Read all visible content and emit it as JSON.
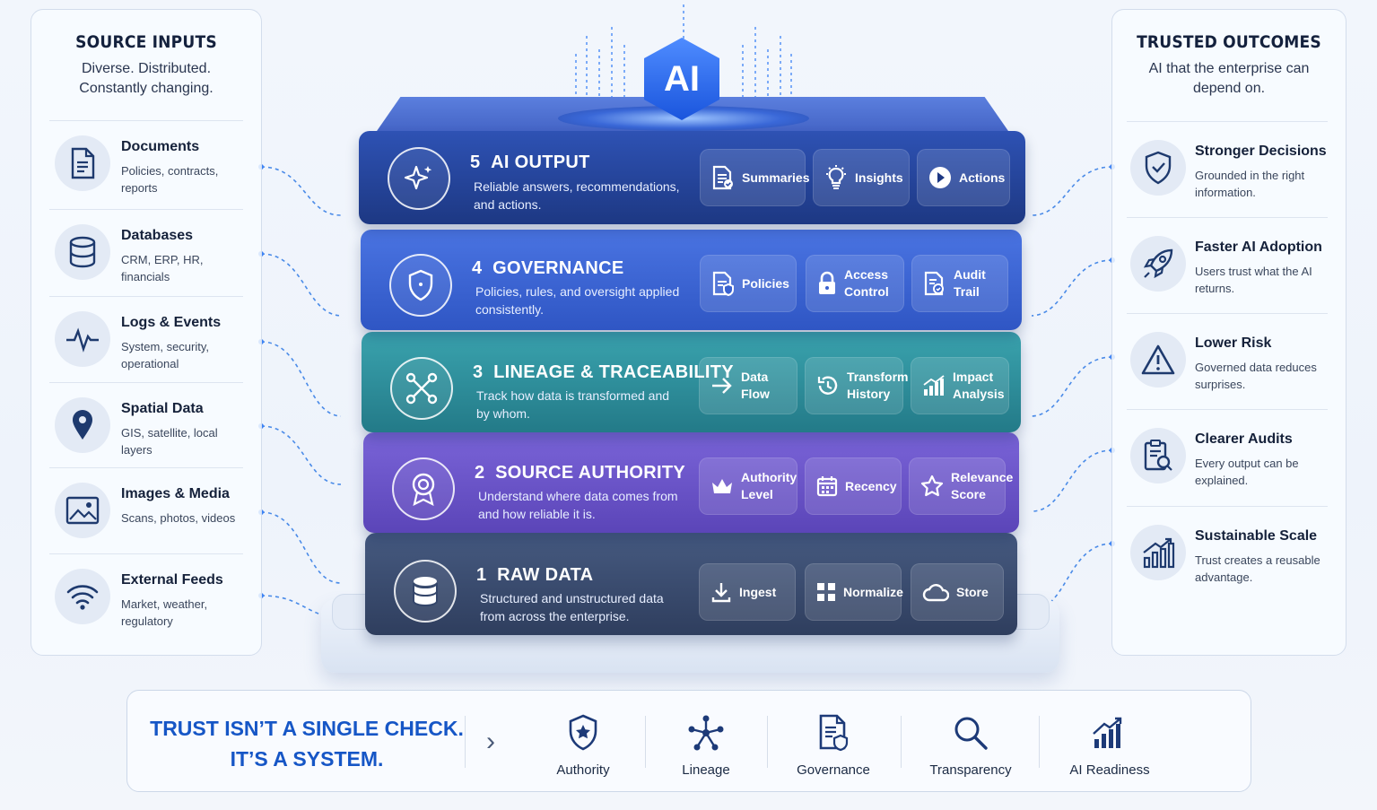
{
  "inputs": {
    "title": "SOURCE INPUTS",
    "subtitle": "Diverse. Distributed. Constantly changing.",
    "items": [
      {
        "title": "Documents",
        "desc": "Policies, contracts, reports",
        "icon": "document-icon"
      },
      {
        "title": "Databases",
        "desc": "CRM, ERP, HR, financials",
        "icon": "database-icon"
      },
      {
        "title": "Logs & Events",
        "desc": "System, security, operational",
        "icon": "pulse-icon"
      },
      {
        "title": "Spatial Data",
        "desc": "GIS, satellite, local layers",
        "icon": "map-pin-icon"
      },
      {
        "title": "Images & Media",
        "desc": "Scans, photos, videos",
        "icon": "image-icon"
      },
      {
        "title": "External Feeds",
        "desc": "Market, weather, regulatory",
        "icon": "wifi-icon"
      }
    ]
  },
  "outcomes": {
    "title": "TRUSTED OUTCOMES",
    "subtitle": "AI that the enterprise can depend on.",
    "items": [
      {
        "title": "Stronger Decisions",
        "desc": "Grounded in the right information.",
        "icon": "shield-check-icon"
      },
      {
        "title": "Faster AI Adoption",
        "desc": "Users trust what the AI returns.",
        "icon": "rocket-icon"
      },
      {
        "title": "Lower Risk",
        "desc": "Governed data reduces surprises.",
        "icon": "warning-icon"
      },
      {
        "title": "Clearer Audits",
        "desc": "Every output can be explained.",
        "icon": "clipboard-search-icon"
      },
      {
        "title": "Sustainable Scale",
        "desc": "Trust creates a reusable advantage.",
        "icon": "growth-chart-icon"
      }
    ]
  },
  "ai_badge": "AI",
  "layers": [
    {
      "num": "5",
      "title": "AI OUTPUT",
      "desc": "Reliable answers, recommendations, and actions.",
      "icon": "sparkle-icon",
      "chips": [
        {
          "label": "Summaries",
          "icon": "summary-doc-icon"
        },
        {
          "label": "Insights",
          "icon": "lightbulb-icon"
        },
        {
          "label": "Actions",
          "icon": "play-icon"
        }
      ]
    },
    {
      "num": "4",
      "title": "GOVERNANCE",
      "desc": "Policies, rules, and oversight applied consistently.",
      "icon": "shield-icon",
      "chips": [
        {
          "label": "Policies",
          "icon": "policy-doc-icon"
        },
        {
          "label": "Access Control",
          "icon": "lock-icon"
        },
        {
          "label": "Audit Trail",
          "icon": "audit-doc-icon"
        }
      ]
    },
    {
      "num": "3",
      "title": "LINEAGE & TRACEABILITY",
      "desc": "Track how data is transformed and by whom.",
      "icon": "network-icon",
      "chips": [
        {
          "label": "Data Flow",
          "icon": "arrow-right-icon"
        },
        {
          "label": "Transform History",
          "icon": "history-icon"
        },
        {
          "label": "Impact Analysis",
          "icon": "bar-chart-icon"
        }
      ]
    },
    {
      "num": "2",
      "title": "SOURCE AUTHORITY",
      "desc": "Understand where data comes from and how reliable it is.",
      "icon": "award-icon",
      "chips": [
        {
          "label": "Authority Level",
          "icon": "crown-icon"
        },
        {
          "label": "Recency",
          "icon": "calendar-icon"
        },
        {
          "label": "Relevance Score",
          "icon": "star-icon"
        }
      ]
    },
    {
      "num": "1",
      "title": "RAW DATA",
      "desc": "Structured and unstructured data from across the enterprise.",
      "icon": "database-icon",
      "chips": [
        {
          "label": "Ingest",
          "icon": "download-icon"
        },
        {
          "label": "Normalize",
          "icon": "grid-icon"
        },
        {
          "label": "Store",
          "icon": "cloud-icon"
        }
      ]
    }
  ],
  "bottom": {
    "slogan_line1": "TRUST ISN’T A SINGLE CHECK.",
    "slogan_line2": "IT’S A SYSTEM.",
    "pillars": [
      {
        "label": "Authority",
        "icon": "shield-star-icon"
      },
      {
        "label": "Lineage",
        "icon": "lineage-icon"
      },
      {
        "label": "Governance",
        "icon": "governance-doc-icon"
      },
      {
        "label": "Transparency",
        "icon": "magnifier-icon"
      },
      {
        "label": "AI Readiness",
        "icon": "readiness-chart-icon"
      }
    ]
  },
  "colors": {
    "layer5": "#27479f",
    "layer4": "#3a62d0",
    "layer3": "#2a8c9a",
    "layer2": "#6650c8",
    "layer1": "#3a4a6c",
    "accent": "#1656c6"
  }
}
